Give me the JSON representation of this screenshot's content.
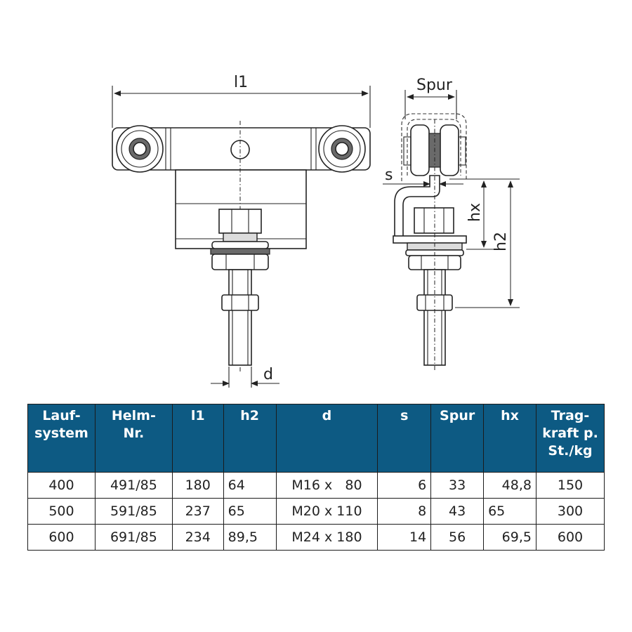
{
  "drawing": {
    "labels": {
      "l1": "l1",
      "spur": "Spur",
      "s": "s",
      "hx": "hx",
      "h2": "h2",
      "d": "d"
    }
  },
  "table": {
    "headers": [
      [
        "Lauf-",
        "system"
      ],
      [
        "Helm-",
        "Nr."
      ],
      [
        "l1"
      ],
      [
        "h2"
      ],
      [
        "d"
      ],
      [
        "s"
      ],
      [
        "Spur"
      ],
      [
        "hx"
      ],
      [
        "Trag-",
        "kraft p.",
        "St./kg"
      ]
    ],
    "rows": [
      [
        "400",
        "491/85",
        "180",
        "64",
        "M16 x   80",
        "6",
        "33",
        "48,8",
        "150"
      ],
      [
        "500",
        "591/85",
        "237",
        "65",
        "M20 x 110",
        "8",
        "43",
        "65",
        "300"
      ],
      [
        "600",
        "691/85",
        "234",
        "89,5",
        "M24 x 180",
        "14",
        "56",
        "69,5",
        "600"
      ]
    ]
  },
  "colors": {
    "header_bg": "#0d5a83",
    "header_text": "#ffffff",
    "border": "#1b1b1b"
  }
}
